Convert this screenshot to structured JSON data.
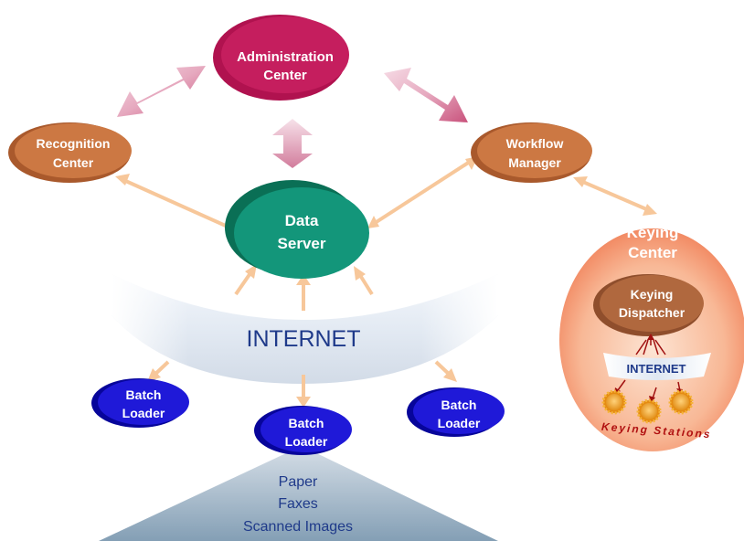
{
  "nodes": {
    "admin": {
      "line1": "Administration",
      "line2": "Center"
    },
    "recognition": {
      "line1": "Recognition",
      "line2": "Center"
    },
    "workflow": {
      "line1": "Workflow",
      "line2": "Manager"
    },
    "data_server": {
      "line1": "Data",
      "line2": "Server"
    },
    "internet_main": {
      "label": "INTERNET"
    },
    "batch_left": {
      "line1": "Batch",
      "line2": "Loader"
    },
    "batch_center": {
      "line1": "Batch",
      "line2": "Loader"
    },
    "batch_right": {
      "line1": "Batch",
      "line2": "Loader"
    },
    "keying_center": {
      "line1": "Keying",
      "line2": "Center"
    },
    "keying_dispatcher": {
      "line1": "Keying",
      "line2": "Dispatcher"
    },
    "internet_keying": {
      "label": "INTERNET"
    },
    "keying_stations": {
      "label": "Keying Stations"
    },
    "sources": {
      "line1": "Paper",
      "line2": "Faxes",
      "line3": "Scanned Images"
    }
  },
  "colors": {
    "admin": "#b0124f",
    "recognition": "#c8703a",
    "data_server": "#0f8a6c",
    "batch_loader": "#1a16c8",
    "keying_center_bg": "#f6a57f",
    "peach_arrow": "#f7c79a",
    "pink_arrow": "#d9809f",
    "internet_text": "#1f3a8a",
    "keying_arrow": "#a01010"
  }
}
